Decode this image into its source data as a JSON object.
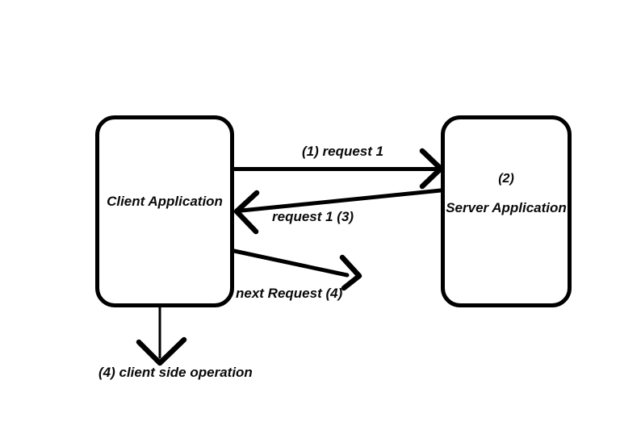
{
  "diagram": {
    "colors": {
      "background": "#ffffff",
      "stroke": "#000000",
      "text": "#0a0a0a"
    },
    "nodes": [
      {
        "id": "client",
        "label": "Client Application"
      },
      {
        "id": "server",
        "label": "Server Application",
        "step_badge": "(2)"
      }
    ],
    "edges": [
      {
        "id": "request-1",
        "from": "client",
        "to": "server",
        "label": "(1) request 1"
      },
      {
        "id": "response-1",
        "from": "server",
        "to": "client",
        "label": "request 1 (3)"
      },
      {
        "id": "next-request",
        "from": "client",
        "to": "outside",
        "label": "next Request (4)"
      },
      {
        "id": "client-side-operation",
        "from": "client",
        "to": "below-client",
        "label": "(4) client side operation"
      }
    ]
  }
}
